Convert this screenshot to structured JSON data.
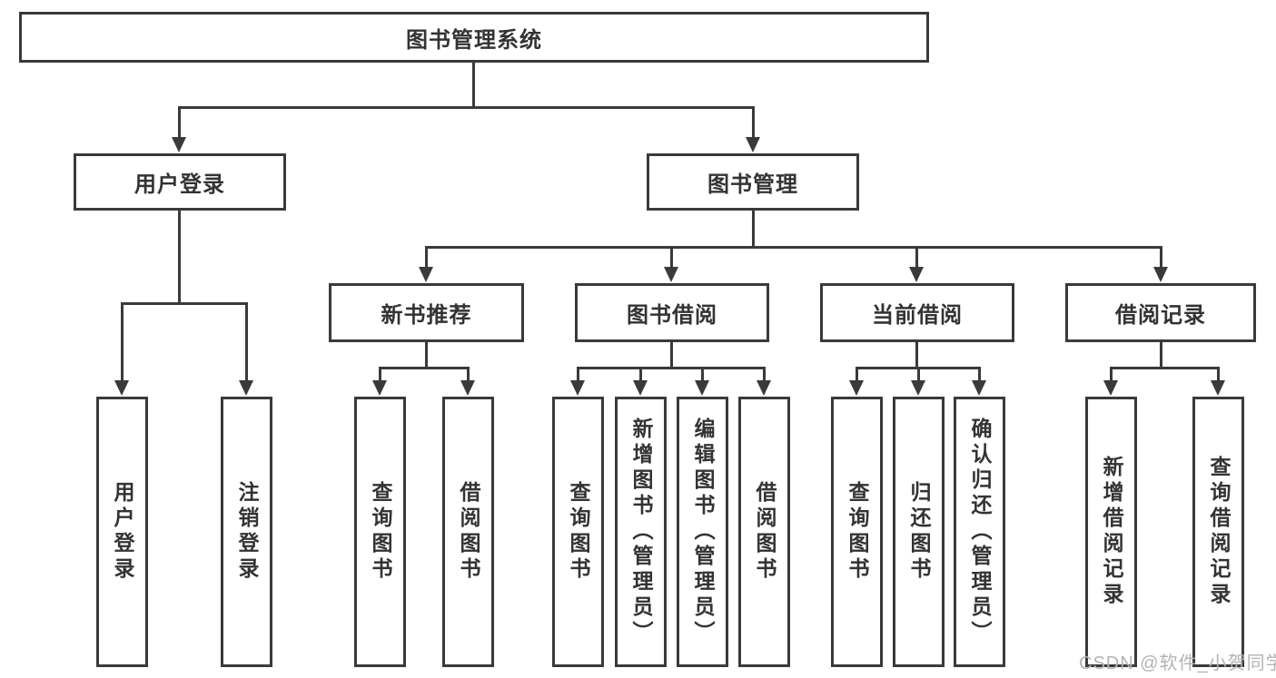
{
  "tree": {
    "root": "图书管理系统",
    "login": {
      "label": "用户登录",
      "children": [
        "用户登录",
        "注销登录"
      ]
    },
    "management": {
      "label": "图书管理",
      "sections": [
        {
          "label": "新书推荐",
          "children": [
            "查询图书",
            "借阅图书"
          ]
        },
        {
          "label": "图书借阅",
          "children": [
            "查询图书",
            "新增图书（管理员）",
            "编辑图书（管理员）",
            "借阅图书"
          ]
        },
        {
          "label": "当前借阅",
          "children": [
            "查询图书",
            "归还图书",
            "确认归还（管理员）"
          ]
        },
        {
          "label": "借阅记录",
          "children": [
            "新增借阅记录",
            "查询借阅记录"
          ]
        }
      ]
    }
  },
  "watermark": "CSDN @软件_小贺同学",
  "colors": {
    "line": "#3a3a3a",
    "text": "#333333",
    "watermark_text": "#b3b3b3",
    "background": "#ffffff"
  }
}
